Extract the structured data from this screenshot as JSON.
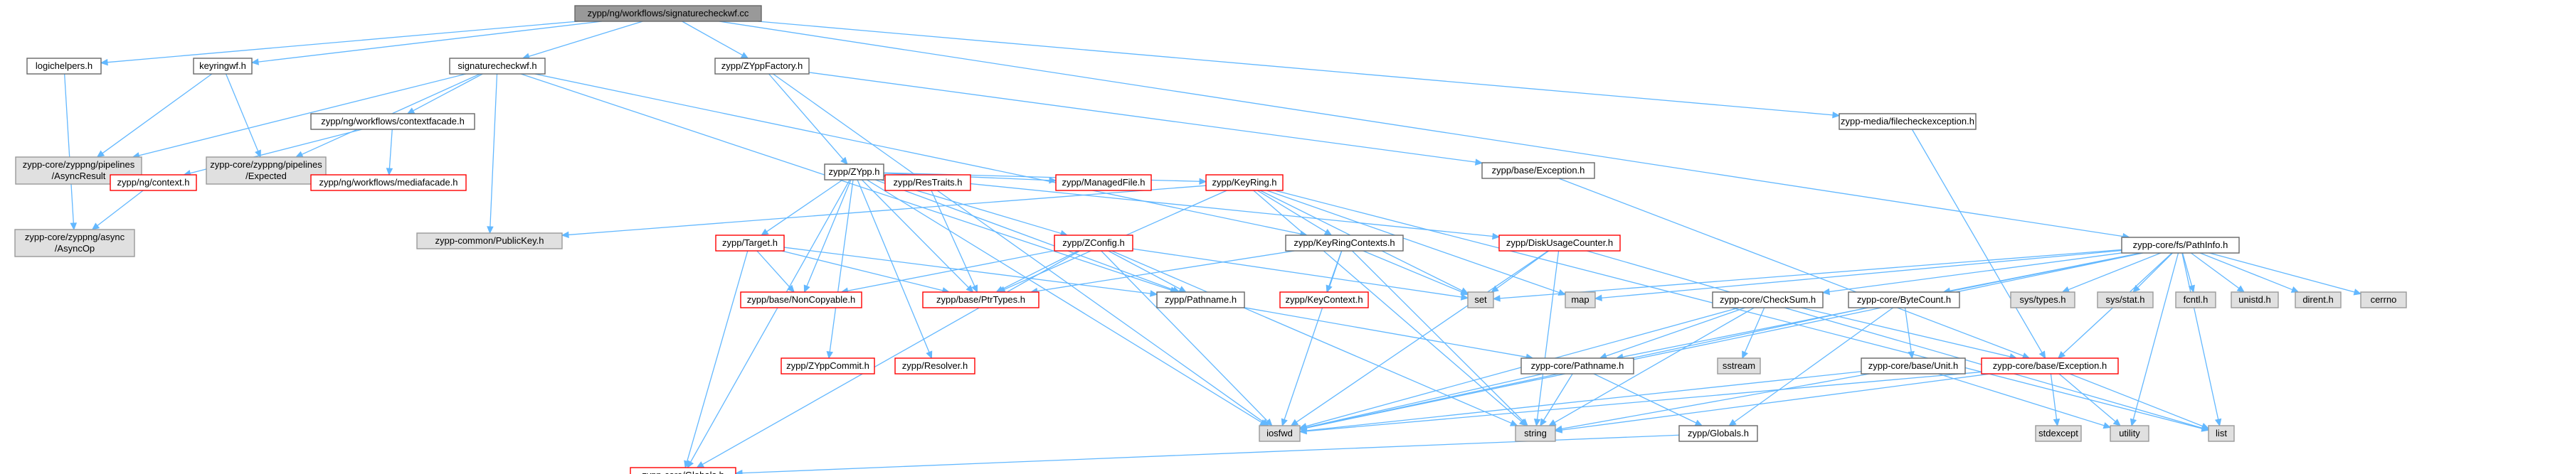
{
  "graph": {
    "title": "zypp/ng/workflows/signaturecheckwf.cc",
    "colors": {
      "root_fill": "#999999",
      "root_stroke": "#666666",
      "default_fill": "#ffffff",
      "default_stroke": "#666666",
      "external_fill": "#e0e0e0",
      "external_stroke": "#999999",
      "truncated_stroke": "#ff0000",
      "edge": "#63b8ff"
    },
    "nodes": [
      {
        "id": "root",
        "lines": [
          "zypp/ng/workflows/signaturecheckwf.cc"
        ],
        "kind": "root"
      },
      {
        "id": "logichelpers",
        "lines": [
          "logichelpers.h"
        ],
        "kind": "default"
      },
      {
        "id": "keyringwf",
        "lines": [
          "keyringwf.h"
        ],
        "kind": "default"
      },
      {
        "id": "sigcheckwf",
        "lines": [
          "signaturecheckwf.h"
        ],
        "kind": "default"
      },
      {
        "id": "zyppfactory",
        "lines": [
          "zypp/ZYppFactory.h"
        ],
        "kind": "default"
      },
      {
        "id": "filecheckexc",
        "lines": [
          "zypp-media/filecheckexception.h"
        ],
        "kind": "default"
      },
      {
        "id": "pathinfo",
        "lines": [
          "zypp-core/fs/PathInfo.h"
        ],
        "kind": "default"
      },
      {
        "id": "asyncresult",
        "lines": [
          "zypp-core/zyppng/pipelines",
          "/AsyncResult"
        ],
        "kind": "external"
      },
      {
        "id": "expected",
        "lines": [
          "zypp-core/zyppng/pipelines",
          "/Expected"
        ],
        "kind": "external"
      },
      {
        "id": "contextfacade",
        "lines": [
          "zypp/ng/workflows/contextfacade.h"
        ],
        "kind": "default"
      },
      {
        "id": "ngcontext",
        "lines": [
          "zypp/ng/context.h"
        ],
        "kind": "truncated"
      },
      {
        "id": "mediafacade",
        "lines": [
          "zypp/ng/workflows/mediafacade.h"
        ],
        "kind": "truncated"
      },
      {
        "id": "asyncop",
        "lines": [
          "zypp-core/zyppng/async",
          "/AsyncOp"
        ],
        "kind": "external"
      },
      {
        "id": "zypph",
        "lines": [
          "zypp/ZYpp.h"
        ],
        "kind": "default"
      },
      {
        "id": "baseexception",
        "lines": [
          "zypp/base/Exception.h"
        ],
        "kind": "default"
      },
      {
        "id": "restraits",
        "lines": [
          "zypp/ResTraits.h"
        ],
        "kind": "truncated"
      },
      {
        "id": "managedfile",
        "lines": [
          "zypp/ManagedFile.h"
        ],
        "kind": "truncated"
      },
      {
        "id": "keyring",
        "lines": [
          "zypp/KeyRing.h"
        ],
        "kind": "truncated"
      },
      {
        "id": "publickey",
        "lines": [
          "zypp-common/PublicKey.h"
        ],
        "kind": "external"
      },
      {
        "id": "target",
        "lines": [
          "zypp/Target.h"
        ],
        "kind": "truncated"
      },
      {
        "id": "zconfig",
        "lines": [
          "zypp/ZConfig.h"
        ],
        "kind": "truncated"
      },
      {
        "id": "keyringctx",
        "lines": [
          "zypp/KeyRingContexts.h"
        ],
        "kind": "default"
      },
      {
        "id": "diskusage",
        "lines": [
          "zypp/DiskUsageCounter.h"
        ],
        "kind": "truncated"
      },
      {
        "id": "noncopyable",
        "lines": [
          "zypp/base/NonCopyable.h"
        ],
        "kind": "truncated"
      },
      {
        "id": "ptrtypes",
        "lines": [
          "zypp/base/PtrTypes.h"
        ],
        "kind": "truncated"
      },
      {
        "id": "pathname",
        "lines": [
          "zypp/Pathname.h"
        ],
        "kind": "default"
      },
      {
        "id": "keycontext",
        "lines": [
          "zypp/KeyContext.h"
        ],
        "kind": "truncated"
      },
      {
        "id": "set",
        "lines": [
          "set"
        ],
        "kind": "external"
      },
      {
        "id": "map",
        "lines": [
          "map"
        ],
        "kind": "external"
      },
      {
        "id": "checksum",
        "lines": [
          "zypp-core/CheckSum.h"
        ],
        "kind": "default"
      },
      {
        "id": "bytecount",
        "lines": [
          "zypp-core/ByteCount.h"
        ],
        "kind": "default"
      },
      {
        "id": "systypes",
        "lines": [
          "sys/types.h"
        ],
        "kind": "external"
      },
      {
        "id": "sysstat",
        "lines": [
          "sys/stat.h"
        ],
        "kind": "external"
      },
      {
        "id": "fcntl",
        "lines": [
          "fcntl.h"
        ],
        "kind": "external"
      },
      {
        "id": "unistd",
        "lines": [
          "unistd.h"
        ],
        "kind": "external"
      },
      {
        "id": "dirent",
        "lines": [
          "dirent.h"
        ],
        "kind": "external"
      },
      {
        "id": "cerrno",
        "lines": [
          "cerrno"
        ],
        "kind": "external"
      },
      {
        "id": "sstream",
        "lines": [
          "sstream"
        ],
        "kind": "external"
      },
      {
        "id": "baseunit",
        "lines": [
          "zypp-core/base/Unit.h"
        ],
        "kind": "default"
      },
      {
        "id": "coreexception",
        "lines": [
          "zypp-core/base/Exception.h"
        ],
        "kind": "truncated"
      },
      {
        "id": "zyppcommit",
        "lines": [
          "zypp/ZYppCommit.h"
        ],
        "kind": "truncated"
      },
      {
        "id": "resolver",
        "lines": [
          "zypp/Resolver.h"
        ],
        "kind": "truncated"
      },
      {
        "id": "corepathname",
        "lines": [
          "zypp-core/Pathname.h"
        ],
        "kind": "default"
      },
      {
        "id": "iosfwd",
        "lines": [
          "iosfwd"
        ],
        "kind": "external"
      },
      {
        "id": "string",
        "lines": [
          "string"
        ],
        "kind": "external"
      },
      {
        "id": "zyppglobals",
        "lines": [
          "zypp/Globals.h"
        ],
        "kind": "default"
      },
      {
        "id": "stdexcept",
        "lines": [
          "stdexcept"
        ],
        "kind": "external"
      },
      {
        "id": "utility",
        "lines": [
          "utility"
        ],
        "kind": "external"
      },
      {
        "id": "list",
        "lines": [
          "list"
        ],
        "kind": "external"
      },
      {
        "id": "coreglobals",
        "lines": [
          "zypp-core/Globals.h"
        ],
        "kind": "truncated"
      }
    ],
    "edges": [
      [
        "root",
        "logichelpers"
      ],
      [
        "root",
        "keyringwf"
      ],
      [
        "root",
        "sigcheckwf"
      ],
      [
        "root",
        "zyppfactory"
      ],
      [
        "root",
        "filecheckexc"
      ],
      [
        "root",
        "pathinfo"
      ],
      [
        "logichelpers",
        "asyncop"
      ],
      [
        "keyringwf",
        "asyncresult"
      ],
      [
        "keyringwf",
        "expected"
      ],
      [
        "sigcheckwf",
        "asyncresult"
      ],
      [
        "sigcheckwf",
        "expected"
      ],
      [
        "sigcheckwf",
        "contextfacade"
      ],
      [
        "sigcheckwf",
        "publickey"
      ],
      [
        "sigcheckwf",
        "keyringctx"
      ],
      [
        "sigcheckwf",
        "pathname"
      ],
      [
        "contextfacade",
        "ngcontext"
      ],
      [
        "contextfacade",
        "mediafacade"
      ],
      [
        "ngcontext",
        "asyncop"
      ],
      [
        "zyppfactory",
        "zypph"
      ],
      [
        "zyppfactory",
        "baseexception"
      ],
      [
        "zyppfactory",
        "iosfwd"
      ],
      [
        "filecheckexc",
        "coreexception"
      ],
      [
        "zypph",
        "restraits"
      ],
      [
        "zypph",
        "managedfile"
      ],
      [
        "zypph",
        "keyring"
      ],
      [
        "zypph",
        "target"
      ],
      [
        "zypph",
        "zconfig"
      ],
      [
        "zypph",
        "diskusage"
      ],
      [
        "zypph",
        "noncopyable"
      ],
      [
        "zypph",
        "ptrtypes"
      ],
      [
        "zypph",
        "pathname"
      ],
      [
        "zypph",
        "zyppcommit"
      ],
      [
        "zypph",
        "resolver"
      ],
      [
        "zypph",
        "iosfwd"
      ],
      [
        "zypph",
        "coreglobals"
      ],
      [
        "baseexception",
        "coreexception"
      ],
      [
        "restraits",
        "ptrtypes"
      ],
      [
        "keyring",
        "publickey"
      ],
      [
        "keyring",
        "keyringctx"
      ],
      [
        "keyring",
        "ptrtypes"
      ],
      [
        "keyring",
        "set"
      ],
      [
        "keyring",
        "map"
      ],
      [
        "keyring",
        "string"
      ],
      [
        "keyring",
        "list"
      ],
      [
        "target",
        "noncopyable"
      ],
      [
        "target",
        "ptrtypes"
      ],
      [
        "target",
        "pathname"
      ],
      [
        "target",
        "coreglobals"
      ],
      [
        "zconfig",
        "noncopyable"
      ],
      [
        "zconfig",
        "ptrtypes"
      ],
      [
        "zconfig",
        "pathname"
      ],
      [
        "zconfig",
        "set"
      ],
      [
        "zconfig",
        "iosfwd"
      ],
      [
        "zconfig",
        "string"
      ],
      [
        "zconfig",
        "coreglobals"
      ],
      [
        "keyringctx",
        "ptrtypes"
      ],
      [
        "keyringctx",
        "keycontext"
      ],
      [
        "keyringctx",
        "set"
      ],
      [
        "keyringctx",
        "iosfwd"
      ],
      [
        "keyringctx",
        "string"
      ],
      [
        "diskusage",
        "set"
      ],
      [
        "diskusage",
        "iosfwd"
      ],
      [
        "diskusage",
        "string"
      ],
      [
        "diskusage",
        "list"
      ],
      [
        "pathname",
        "corepathname"
      ],
      [
        "corepathname",
        "iosfwd"
      ],
      [
        "corepathname",
        "string"
      ],
      [
        "corepathname",
        "zyppglobals"
      ],
      [
        "zyppglobals",
        "coreglobals"
      ],
      [
        "pathinfo",
        "set"
      ],
      [
        "pathinfo",
        "map"
      ],
      [
        "pathinfo",
        "checksum"
      ],
      [
        "pathinfo",
        "bytecount"
      ],
      [
        "pathinfo",
        "systypes"
      ],
      [
        "pathinfo",
        "sysstat"
      ],
      [
        "pathinfo",
        "fcntl"
      ],
      [
        "pathinfo",
        "unistd"
      ],
      [
        "pathinfo",
        "dirent"
      ],
      [
        "pathinfo",
        "cerrno"
      ],
      [
        "pathinfo",
        "iosfwd"
      ],
      [
        "pathinfo",
        "list"
      ],
      [
        "pathinfo",
        "utility"
      ],
      [
        "pathinfo",
        "coreexception"
      ],
      [
        "pathinfo",
        "corepathname"
      ],
      [
        "checksum",
        "sstream"
      ],
      [
        "checksum",
        "corepathname"
      ],
      [
        "checksum",
        "coreexception"
      ],
      [
        "checksum",
        "string"
      ],
      [
        "checksum",
        "iosfwd"
      ],
      [
        "bytecount",
        "baseunit"
      ],
      [
        "bytecount",
        "iosfwd"
      ],
      [
        "bytecount",
        "zyppglobals"
      ],
      [
        "baseunit",
        "iosfwd"
      ],
      [
        "baseunit",
        "string"
      ],
      [
        "baseunit",
        "utility"
      ],
      [
        "coreexception",
        "stdexcept"
      ],
      [
        "coreexception",
        "utility"
      ],
      [
        "coreexception",
        "list"
      ],
      [
        "coreexception",
        "iosfwd"
      ],
      [
        "coreexception",
        "string"
      ]
    ]
  }
}
